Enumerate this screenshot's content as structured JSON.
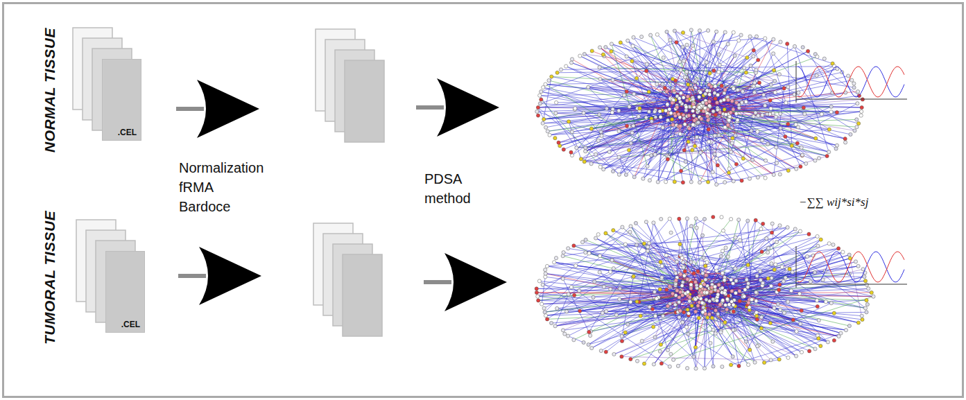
{
  "diagram": {
    "nodes": [
      {
        "text": [
          ".CEL"
        ]
      },
      {
        "text": [
          ".CEL"
        ]
      }
    ],
    "labels": [
      "NORMAL TISSUE",
      "Normalization fRMA Bardoce",
      "PDSA method",
      "−∑∑ wij*si*sj",
      "TUMORAL TISSUE"
    ]
  }
}
